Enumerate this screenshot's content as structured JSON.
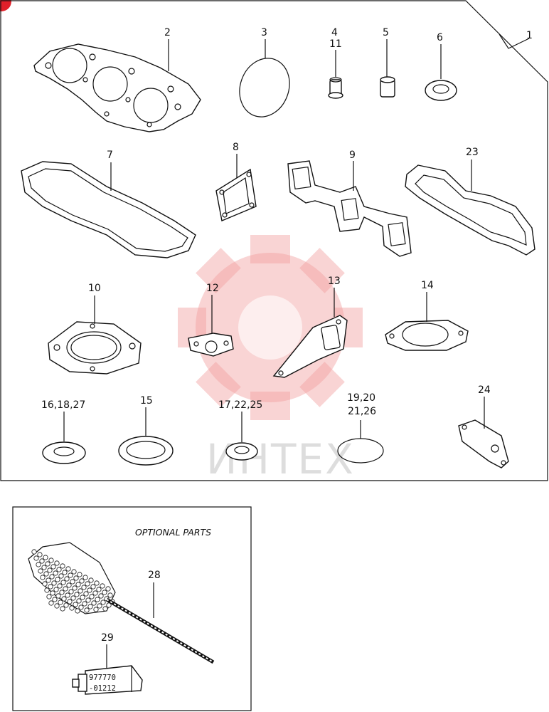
{
  "watermark": {
    "text": "ИНТЕХ"
  },
  "callouts": {
    "c1": "1",
    "c2": "2",
    "c3": "3",
    "c4": "4",
    "c11": "11",
    "c5": "5",
    "c6": "6",
    "c7": "7",
    "c8": "8",
    "c9": "9",
    "c23": "23",
    "c10": "10",
    "c12": "12",
    "c13": "13",
    "c14": "14",
    "c16": "16,18,27",
    "c15": "15",
    "c17": "17,22,25",
    "c19a": "19,20",
    "c19b": "21,26",
    "c24": "24",
    "c28": "28",
    "c29": "29"
  },
  "optional_box": {
    "title": "OPTIONAL PARTS",
    "tube_line1": "977770",
    "tube_line2": "-01212"
  },
  "colors": {
    "line": "#111111",
    "watermark": "#f2a0a0",
    "badge": "#e0202a"
  }
}
